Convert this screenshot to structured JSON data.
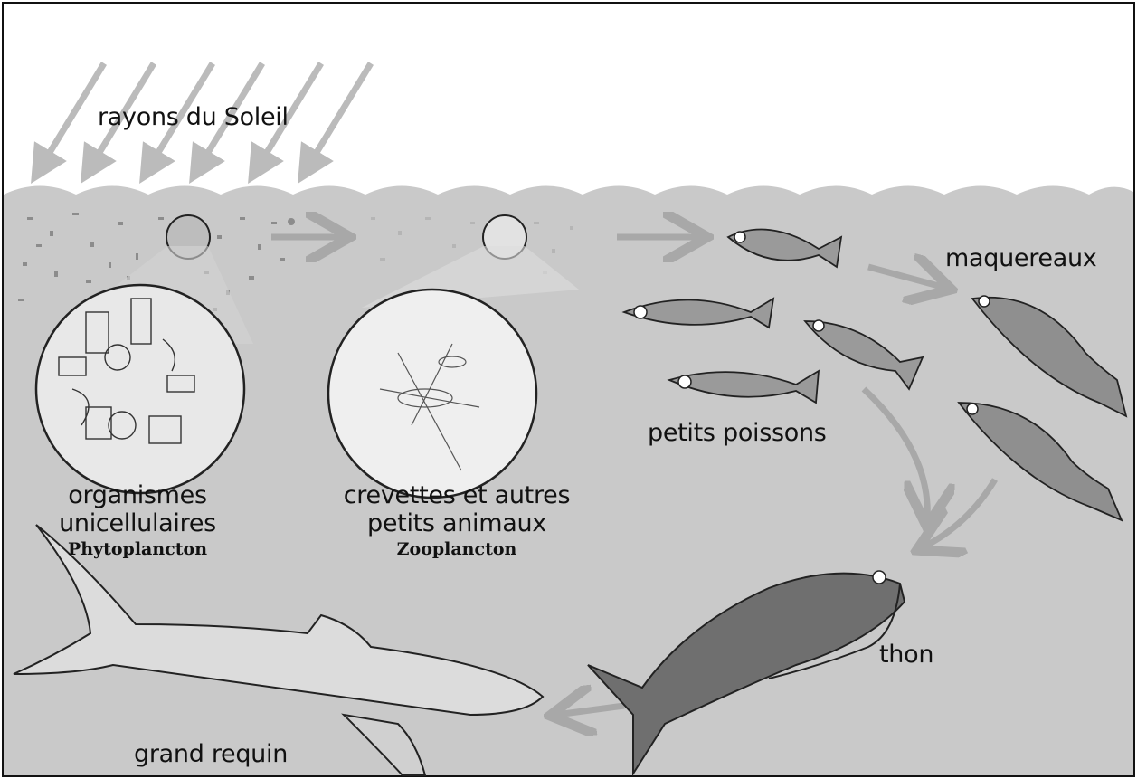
{
  "labels": {
    "sun_rays": "rayons du Soleil",
    "phyto_line1": "organismes",
    "phyto_line2": "unicellulaires",
    "phyto_name": "Phytoplancton",
    "zoo_line1": "crevettes et autres",
    "zoo_line2": "petits animaux",
    "zoo_name": "Zooplancton",
    "small_fish": "petits poissons",
    "mackerel": "maquereaux",
    "tuna": "thon",
    "shark": "grand requin"
  },
  "colors": {
    "water": "#c9c9c9",
    "sky": "#ffffff",
    "arrow": "#a8a8a8",
    "fish": "#9a9a9a",
    "outline": "#222222"
  }
}
